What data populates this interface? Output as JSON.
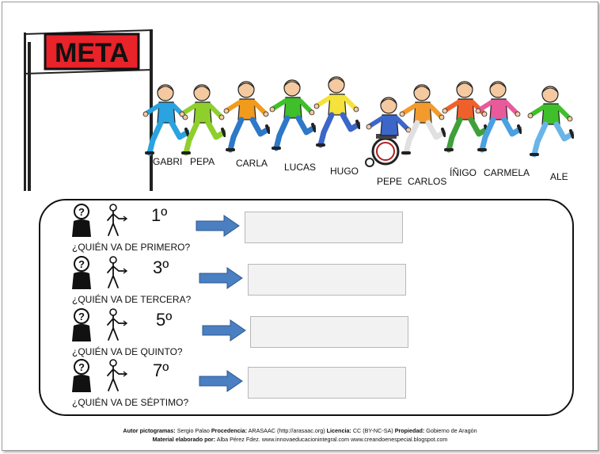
{
  "goal_label": "META",
  "runners": [
    {
      "name": "GABRI",
      "shirt": "#2aa3e0",
      "pants": "#2aa3e0",
      "hair": "#8a4a1c"
    },
    {
      "name": "PEPA",
      "shirt": "#8fcf2c",
      "pants": "#8fcf2c",
      "hair": "#f2c21a"
    },
    {
      "name": "CARLA",
      "shirt": "#f29a1c",
      "pants": "#2e78c8",
      "hair": "#c7c7c7"
    },
    {
      "name": "LUCAS",
      "shirt": "#3fbf2a",
      "pants": "#2e78c8",
      "hair": "#8a4a1c"
    },
    {
      "name": "HUGO",
      "shirt": "#f5e23a",
      "pants": "#3c66c8",
      "hair": "#8a4a1c"
    },
    {
      "name": "PEPE",
      "shirt": "#3c66c8",
      "pants": "#3c66c8",
      "hair": "#8a4a1c"
    },
    {
      "name": "CARLOS",
      "shirt": "#f39a2c",
      "pants": "#e0e0e0",
      "hair": "#8a4a1c"
    },
    {
      "name": "ÍÑIGO",
      "shirt": "#f0602a",
      "pants": "#3fa03a",
      "hair": "#8a4a1c"
    },
    {
      "name": "CARMELA",
      "shirt": "#e85a9a",
      "pants": "#4aa0e0",
      "hair": "#8a4a1c"
    },
    {
      "name": "ALE",
      "shirt": "#3fbf2a",
      "pants": "#6ab4e8",
      "hair": "#8a4a1c"
    }
  ],
  "questions": [
    {
      "ordinal": "1º",
      "text": "¿QUIÉN VA DE PRIMERO?",
      "answer": ""
    },
    {
      "ordinal": "3º",
      "text": "¿QUIÉN VA DE TERCERA?",
      "answer": ""
    },
    {
      "ordinal": "5º",
      "text": "¿QUIÉN VA DE QUINTO?",
      "answer": ""
    },
    {
      "ordinal": "7º",
      "text": "¿QUIÉN VA DE SÉPTIMO?",
      "answer": ""
    }
  ],
  "credits": {
    "line1": [
      {
        "t": "Autor pictogramas:",
        "b": true
      },
      {
        "t": " Sergio Palao ",
        "b": false
      },
      {
        "t": "Procedencia:",
        "b": true
      },
      {
        "t": " ARASAAC (http://arasaac.org) ",
        "b": false
      },
      {
        "t": "Licencia:",
        "b": true
      },
      {
        "t": " CC (BY-NC-SA) ",
        "b": false
      },
      {
        "t": "Propiedad:",
        "b": true
      },
      {
        "t": " Gobierno de Aragón",
        "b": false
      }
    ],
    "line2": [
      {
        "t": "Material elaborado por:",
        "b": true
      },
      {
        "t": " Alba Pérez Fdez.  www.innovaeducacionintegral.com www.creandoenespecial.blogspot.com",
        "b": false
      }
    ]
  },
  "colors": {
    "goal_banner": "#e8232a",
    "arrow": "#4a7fc1",
    "answer_fill": "#f2f2f2",
    "skin": "#f4c9a0"
  }
}
